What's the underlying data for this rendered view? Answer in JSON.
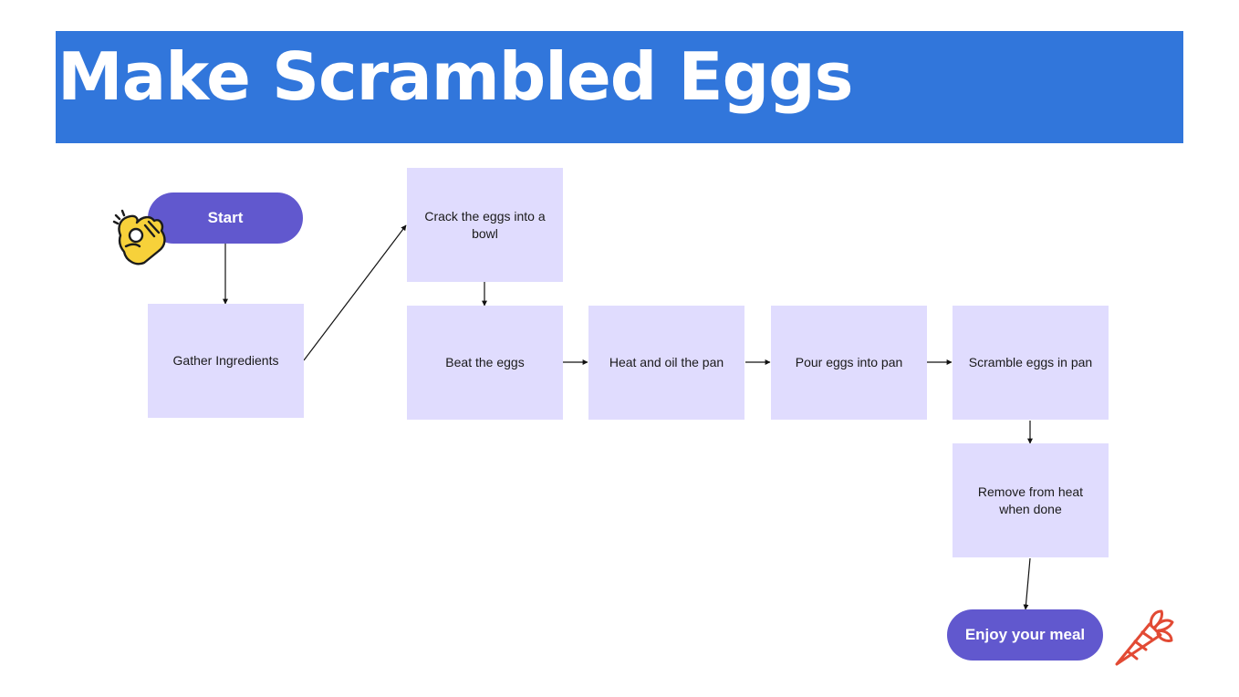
{
  "title": "Make Scrambled Eggs",
  "colors": {
    "banner": "#3176db",
    "terminal": "#6158ce",
    "step": "#e0dcfe",
    "connector": "#111111",
    "ok_hand_icon": "#f7d13a",
    "carrot_icon": "#e24a34"
  },
  "icons": {
    "start": "ok-hand-icon",
    "end": "carrot-icon"
  },
  "nodes": {
    "start": "Start",
    "gather": "Gather Ingredients",
    "crack": "Crack the eggs into a bowl",
    "beat": "Beat the eggs",
    "heat": "Heat and oil the pan",
    "pour": "Pour eggs into pan",
    "scramble": "Scramble eggs in pan",
    "remove": "Remove from heat when done",
    "end": "Enjoy your meal"
  },
  "edges": [
    {
      "from": "start",
      "to": "gather"
    },
    {
      "from": "gather",
      "to": "crack"
    },
    {
      "from": "crack",
      "to": "beat"
    },
    {
      "from": "beat",
      "to": "heat"
    },
    {
      "from": "heat",
      "to": "pour"
    },
    {
      "from": "pour",
      "to": "scramble"
    },
    {
      "from": "scramble",
      "to": "remove"
    },
    {
      "from": "remove",
      "to": "end"
    }
  ]
}
